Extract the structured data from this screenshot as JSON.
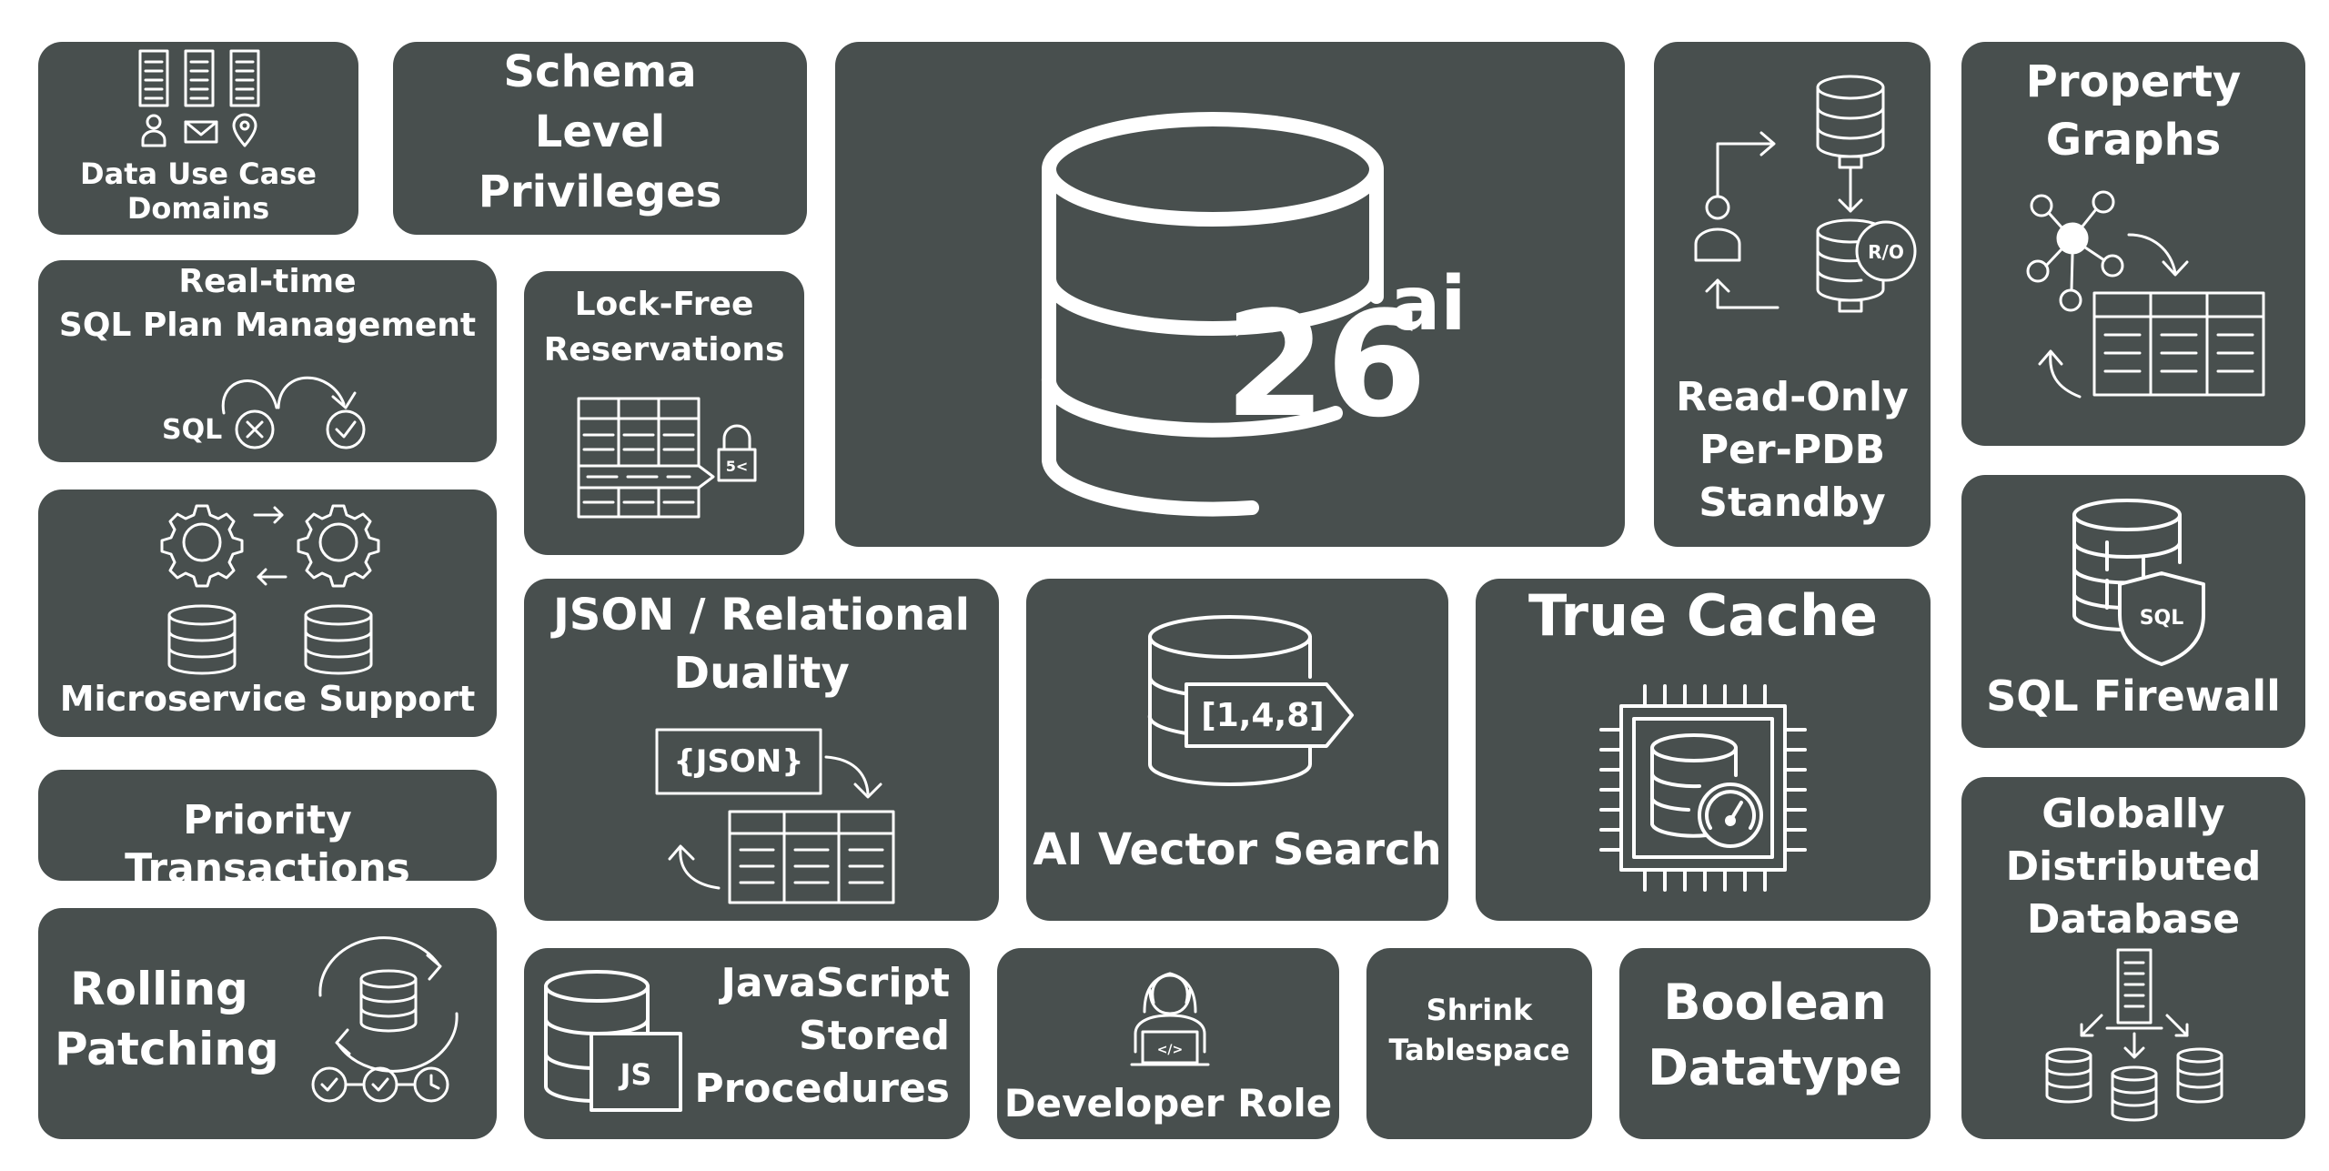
{
  "colors": {
    "tile": "#484f4e",
    "foreground": "#ffffff",
    "background": "#ffffff"
  },
  "center": {
    "number": "26",
    "superscript": "ai"
  },
  "tiles": {
    "data_use_case_domains": {
      "label": "Data Use Case\nDomains",
      "icon": "document-user-mail-location-icons"
    },
    "schema_level_privileges": {
      "label": "Schema\nLevel\nPrivileges"
    },
    "read_only_standby": {
      "label": "Read-Only\nPer-PDB\nStandby",
      "badge": "R/O",
      "icon": "database-replication-icon"
    },
    "property_graphs": {
      "label": "Property\nGraphs",
      "icon": "graph-table-icon"
    },
    "sql_plan_management": {
      "label": "Real-time\nSQL Plan Management",
      "sql_text": "SQL",
      "icon": "plan-correction-icon"
    },
    "lock_free_reservations": {
      "label": "Lock-Free\nReservations",
      "lock_text": "5<",
      "icon": "table-lock-icon"
    },
    "microservice_support": {
      "label": "Microservice Support",
      "icon": "gears-databases-icon"
    },
    "json_duality": {
      "label": "JSON / Relational\nDuality",
      "json_text": "{JSON}",
      "icon": "json-table-icon"
    },
    "ai_vector_search": {
      "label": "AI Vector Search",
      "vector_text": "[1,4,8]",
      "icon": "vector-database-icon"
    },
    "true_cache": {
      "label": "True Cache",
      "icon": "chip-database-gauge-icon"
    },
    "sql_firewall": {
      "label": "SQL Firewall",
      "badge": "SQL",
      "icon": "database-shield-icon"
    },
    "priority_transactions": {
      "label": "Priority Transactions"
    },
    "rolling_patching": {
      "label": "Rolling\nPatching",
      "icon": "cycle-database-icon"
    },
    "javascript_procedures": {
      "label": "JavaScript\nStored\nProcedures",
      "badge": "JS",
      "icon": "database-js-icon"
    },
    "developer_role": {
      "label": "Developer Role",
      "icon": "developer-laptop-icon"
    },
    "shrink_tablespace": {
      "label": "Shrink\nTablespace"
    },
    "boolean_datatype": {
      "label": "Boolean\nDatatype"
    },
    "globally_distributed_database": {
      "label": "Globally\nDistributed\nDatabase",
      "icon": "server-databases-icon"
    }
  }
}
